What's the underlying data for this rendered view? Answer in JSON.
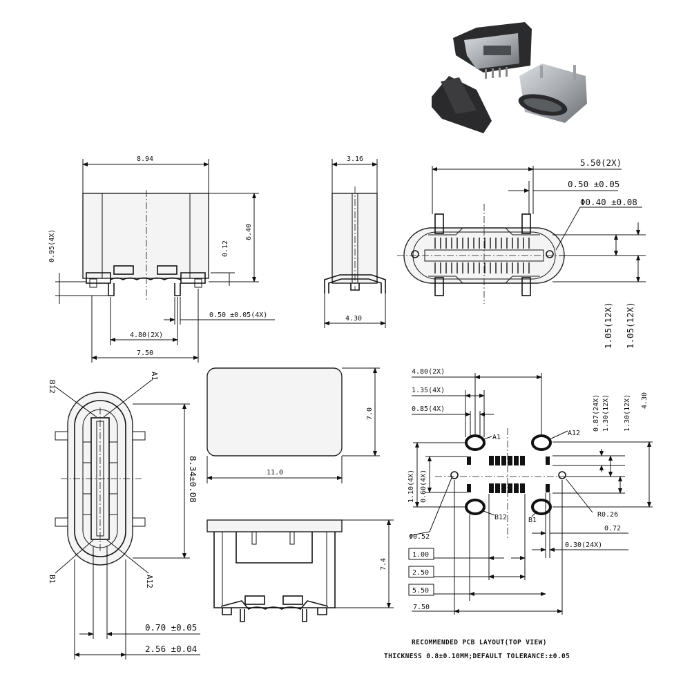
{
  "dims": {
    "width_894": "8.94",
    "h_640": "6.40",
    "h_012": "0.12",
    "side_095": "0.95(4X)",
    "p_050_4x": "0.50 ±0.05(4X)",
    "p_480_2x": "4.80(2X)",
    "w_750": "7.50",
    "w_316": "3.16",
    "w_430": "4.30",
    "d_550_2x": "5.50(2X)",
    "d_050": "0.50 ±0.05",
    "d_phi040": "Φ0.40 ±0.08",
    "d_105_a": "1.05(12X)",
    "d_105_b": "1.05(12X)",
    "lbl_b12": "B12",
    "lbl_a1": "A1",
    "lbl_b1": "B1",
    "lbl_a12": "A12",
    "d_834": "8.34±0.08",
    "d_070": "0.70 ±0.05",
    "d_256": "2.56 ±0.04",
    "d_70": "7.0",
    "d_110": "11.0",
    "d_74": "7.4",
    "pcb_480": "4.80(2X)",
    "pcb_135": "1.35(4X)",
    "pcb_085": "0.85(4X)",
    "pcb_087": "0.87(24X)",
    "pcb_130a": "1.30(12X)",
    "pcb_130b": "1.30(12X)",
    "pcb_430": "4.30",
    "pcb_a1": "A1",
    "pcb_a12": "A12",
    "pcb_110": "1.10(4X)",
    "pcb_060": "0.60(4X)",
    "pcb_b12": "B12",
    "pcb_b1": "B1",
    "pcb_r026": "R0.26",
    "pcb_phi052": "Φ0.52",
    "pcb_072": "0.72",
    "pcb_030": "0.30(24X)",
    "box_100": "1.00",
    "box_250": "2.50",
    "box_550": "5.50",
    "pcb_750": "7.50"
  },
  "notes": {
    "title": "RECOMMENDED PCB LAYOUT(TOP VIEW)",
    "tolerance": "THICKNESS 0.8±0.10MM;DEFAULT TOLERANCE:±0.05"
  }
}
